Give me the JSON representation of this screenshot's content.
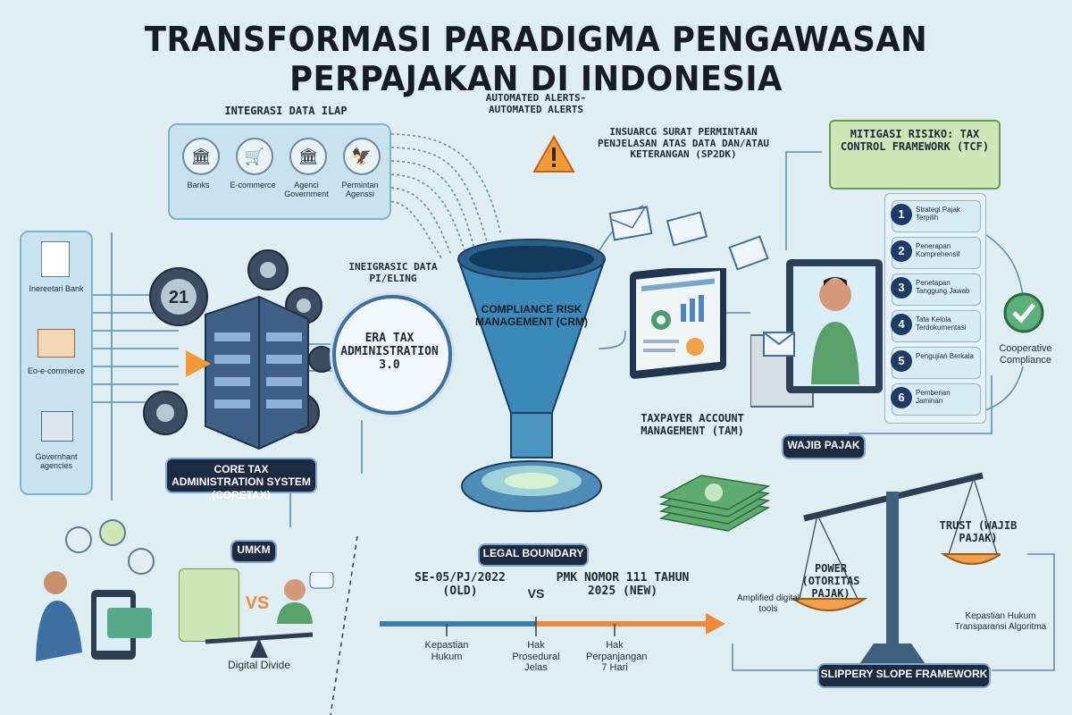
{
  "title": "TRANSFORMASI PARADIGMA PENGAWASAN PERPAJAKAN DI INDONESIA",
  "data_integration": {
    "heading": "INTEGRASI DATA ILAP",
    "sources": [
      {
        "label": "Banks",
        "icon": "bank-icon"
      },
      {
        "label": "E-commerce",
        "icon": "cart-icon"
      },
      {
        "label": "Agenci Government",
        "icon": "government-icon"
      },
      {
        "label": "Permintan Agenssi",
        "icon": "garuda-icon"
      }
    ]
  },
  "alerts": {
    "label": "AUTOMATED ALERTS-AUTOMATED ALERTS",
    "icon": "warning-icon"
  },
  "sp2dk": {
    "label": "INSUARCG SURAT PERMINTAAN PENJELASAN ATAS DATA DAN/ATAU KETERANGAN (SP2DK)"
  },
  "left_sources": {
    "items": [
      {
        "label": "Inereetari Bank",
        "icon": "document-icon"
      },
      {
        "label": "Eo-e-commerce",
        "icon": "store-icon"
      },
      {
        "label": "Governhant agencies",
        "icon": "bank-icon"
      }
    ]
  },
  "coretax": {
    "label": "CORE TAX ADMINISTRATION SYSTEM (CORETAX)",
    "gear_number": "21"
  },
  "integration_label": "INEIGRASIC DATA PI/ELING",
  "era": {
    "label": "ERA TAX ADMINISTRATION 3.0"
  },
  "crm": {
    "label": "COMPLIANCE RISK MANAGEMENT (CRM)"
  },
  "tam": {
    "label": "TAXPAYER ACCOUNT MANAGEMENT (TAM)"
  },
  "tcf": {
    "heading": "MITIGASI RISIKO: TAX CONTROL FRAMEWORK (TCF)",
    "steps": [
      {
        "num": "1",
        "label": "Strategi Pajak Terpilih"
      },
      {
        "num": "2",
        "label": "Penerapan Komprehensif"
      },
      {
        "num": "3",
        "label": "Penetapan Tanggung Jawab"
      },
      {
        "num": "4",
        "label": "Tata Kelola Terdokumentasi"
      },
      {
        "num": "5",
        "label": "Pengujian Berkala"
      },
      {
        "num": "6",
        "label": "Pemberian Jaminan"
      }
    ],
    "outcome": "Cooperative Compliance"
  },
  "wajib_pajak": "WAJIB PAJAK",
  "umkm": {
    "label": "UMKM",
    "vs": "VS",
    "digital_divide": "Digital Divide"
  },
  "legal": {
    "boundary": "LEGAL BOUNDARY",
    "old": "SE-05/PJ/2022 (OLD)",
    "vs": "VS",
    "new": "PMK NOMOR 111 TAHUN 2025 (NEW)",
    "timeline": [
      "Kepastian Hukum",
      "Hak Prosedural Jelas",
      "Hak Perpanjangan 7 Hari"
    ],
    "old_color": "#3d7bb0",
    "new_color": "#ef8a3a"
  },
  "scale": {
    "power": "POWER (OTORITAS PAJAK)",
    "power_note": "Amplified digital tools",
    "trust": "TRUST (WAJIB PAJAK)",
    "trust_note": "Kepastian Hukum Transparansi Algoritma",
    "framework": "SLIPPERY SLOPE FRAMEWORK"
  }
}
